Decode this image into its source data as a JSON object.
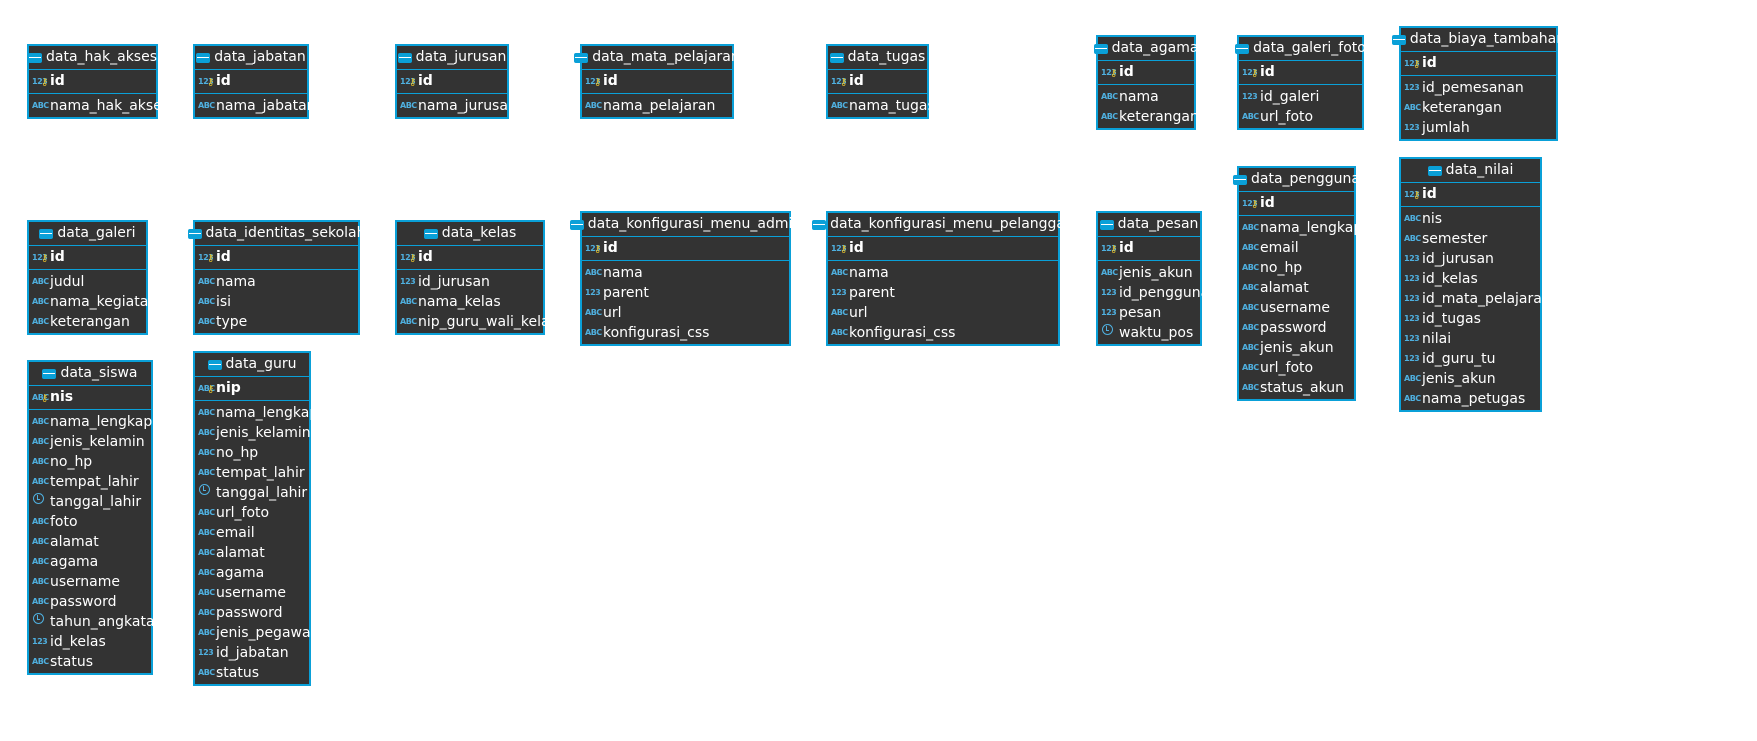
{
  "entities": [
    {
      "id": "e1",
      "name": "data_hak_akses",
      "pk": {
        "name": "id",
        "type": "123"
      },
      "columns": [
        {
          "name": "nama_hak_akses",
          "type": "abc"
        }
      ]
    },
    {
      "id": "e2",
      "name": "data_jabatan",
      "pk": {
        "name": "id",
        "type": "123"
      },
      "columns": [
        {
          "name": "nama_jabatan",
          "type": "abc"
        }
      ]
    },
    {
      "id": "e3",
      "name": "data_jurusan",
      "pk": {
        "name": "id",
        "type": "123"
      },
      "columns": [
        {
          "name": "nama_jurusan",
          "type": "abc"
        }
      ]
    },
    {
      "id": "e4",
      "name": "data_mata_pelajaran",
      "pk": {
        "name": "id",
        "type": "123"
      },
      "columns": [
        {
          "name": "nama_pelajaran",
          "type": "abc"
        }
      ]
    },
    {
      "id": "e5",
      "name": "data_tugas",
      "pk": {
        "name": "id",
        "type": "123"
      },
      "columns": [
        {
          "name": "nama_tugas",
          "type": "abc"
        }
      ]
    },
    {
      "id": "e6",
      "name": "data_agama",
      "pk": {
        "name": "id",
        "type": "123"
      },
      "columns": [
        {
          "name": "nama",
          "type": "abc"
        },
        {
          "name": "keterangan",
          "type": "abc"
        }
      ]
    },
    {
      "id": "e7",
      "name": "data_galeri_foto",
      "pk": {
        "name": "id",
        "type": "123"
      },
      "columns": [
        {
          "name": "id_galeri",
          "type": "123"
        },
        {
          "name": "url_foto",
          "type": "abc"
        }
      ]
    },
    {
      "id": "e8",
      "name": "data_biaya_tambahan",
      "pk": {
        "name": "id",
        "type": "123"
      },
      "columns": [
        {
          "name": "id_pemesanan",
          "type": "123"
        },
        {
          "name": "keterangan",
          "type": "abc"
        },
        {
          "name": "jumlah",
          "type": "123"
        }
      ]
    },
    {
      "id": "e9",
      "name": "data_galeri",
      "pk": {
        "name": "id",
        "type": "123"
      },
      "columns": [
        {
          "name": "judul",
          "type": "abc"
        },
        {
          "name": "nama_kegiatan",
          "type": "abc"
        },
        {
          "name": "keterangan",
          "type": "abc"
        }
      ]
    },
    {
      "id": "e10",
      "name": "data_identitas_sekolah",
      "pk": {
        "name": "id",
        "type": "123"
      },
      "columns": [
        {
          "name": "nama",
          "type": "abc"
        },
        {
          "name": "isi",
          "type": "abc"
        },
        {
          "name": "type",
          "type": "abc"
        }
      ]
    },
    {
      "id": "e11",
      "name": "data_kelas",
      "pk": {
        "name": "id",
        "type": "123"
      },
      "columns": [
        {
          "name": "id_jurusan",
          "type": "123"
        },
        {
          "name": "nama_kelas",
          "type": "abc"
        },
        {
          "name": "nip_guru_wali_kelas",
          "type": "abc"
        }
      ]
    },
    {
      "id": "e12",
      "name": "data_konfigurasi_menu_admin",
      "pk": {
        "name": "id",
        "type": "123"
      },
      "columns": [
        {
          "name": "nama",
          "type": "abc"
        },
        {
          "name": "parent",
          "type": "123"
        },
        {
          "name": "url",
          "type": "abc"
        },
        {
          "name": "konfigurasi_css",
          "type": "abc"
        }
      ]
    },
    {
      "id": "e13",
      "name": "data_konfigurasi_menu_pelanggan",
      "pk": {
        "name": "id",
        "type": "123"
      },
      "columns": [
        {
          "name": "nama",
          "type": "abc"
        },
        {
          "name": "parent",
          "type": "123"
        },
        {
          "name": "url",
          "type": "abc"
        },
        {
          "name": "konfigurasi_css",
          "type": "abc"
        }
      ]
    },
    {
      "id": "e14",
      "name": "data_pesan",
      "pk": {
        "name": "id",
        "type": "123"
      },
      "columns": [
        {
          "name": "jenis_akun",
          "type": "abc"
        },
        {
          "name": "id_pengguna",
          "type": "123"
        },
        {
          "name": "pesan",
          "type": "123"
        },
        {
          "name": "waktu_pos",
          "type": "date"
        }
      ]
    },
    {
      "id": "e15",
      "name": "data_pengguna",
      "pk": {
        "name": "id",
        "type": "123"
      },
      "columns": [
        {
          "name": "nama_lengkap",
          "type": "abc"
        },
        {
          "name": "email",
          "type": "abc"
        },
        {
          "name": "no_hp",
          "type": "abc"
        },
        {
          "name": "alamat",
          "type": "abc"
        },
        {
          "name": "username",
          "type": "abc"
        },
        {
          "name": "password",
          "type": "abc"
        },
        {
          "name": "jenis_akun",
          "type": "abc"
        },
        {
          "name": "url_foto",
          "type": "abc"
        },
        {
          "name": "status_akun",
          "type": "abc"
        }
      ]
    },
    {
      "id": "e16",
      "name": "data_nilai",
      "pk": {
        "name": "id",
        "type": "123"
      },
      "columns": [
        {
          "name": "nis",
          "type": "abc"
        },
        {
          "name": "semester",
          "type": "abc"
        },
        {
          "name": "id_jurusan",
          "type": "123"
        },
        {
          "name": "id_kelas",
          "type": "123"
        },
        {
          "name": "id_mata_pelajaran",
          "type": "123"
        },
        {
          "name": "id_tugas",
          "type": "123"
        },
        {
          "name": "nilai",
          "type": "123"
        },
        {
          "name": "id_guru_tu",
          "type": "123"
        },
        {
          "name": "jenis_akun",
          "type": "abc"
        },
        {
          "name": "nama_petugas",
          "type": "abc"
        }
      ]
    },
    {
      "id": "e17",
      "name": "data_siswa",
      "pk": {
        "name": "nis",
        "type": "abc"
      },
      "columns": [
        {
          "name": "nama_lengkap",
          "type": "abc"
        },
        {
          "name": "jenis_kelamin",
          "type": "abc"
        },
        {
          "name": "no_hp",
          "type": "abc"
        },
        {
          "name": "tempat_lahir",
          "type": "abc"
        },
        {
          "name": "tanggal_lahir",
          "type": "date"
        },
        {
          "name": "foto",
          "type": "abc"
        },
        {
          "name": "alamat",
          "type": "abc"
        },
        {
          "name": "agama",
          "type": "abc"
        },
        {
          "name": "username",
          "type": "abc"
        },
        {
          "name": "password",
          "type": "abc"
        },
        {
          "name": "tahun_angkatan",
          "type": "date"
        },
        {
          "name": "id_kelas",
          "type": "123"
        },
        {
          "name": "status",
          "type": "abc"
        }
      ]
    },
    {
      "id": "e18",
      "name": "data_guru",
      "pk": {
        "name": "nip",
        "type": "abc"
      },
      "columns": [
        {
          "name": "nama_lengkap",
          "type": "abc"
        },
        {
          "name": "jenis_kelamin",
          "type": "abc"
        },
        {
          "name": "no_hp",
          "type": "abc"
        },
        {
          "name": "tempat_lahir",
          "type": "abc"
        },
        {
          "name": "tanggal_lahir",
          "type": "date"
        },
        {
          "name": "url_foto",
          "type": "abc"
        },
        {
          "name": "email",
          "type": "abc"
        },
        {
          "name": "alamat",
          "type": "abc"
        },
        {
          "name": "agama",
          "type": "abc"
        },
        {
          "name": "username",
          "type": "abc"
        },
        {
          "name": "password",
          "type": "abc"
        },
        {
          "name": "jenis_pegawai",
          "type": "abc"
        },
        {
          "name": "id_jabatan",
          "type": "123"
        },
        {
          "name": "status",
          "type": "abc"
        }
      ]
    }
  ],
  "colors": {
    "border": "#0aa0d8",
    "body": "#333333",
    "key": "#e8c02a",
    "typeIcon": "#4fb0e0"
  }
}
